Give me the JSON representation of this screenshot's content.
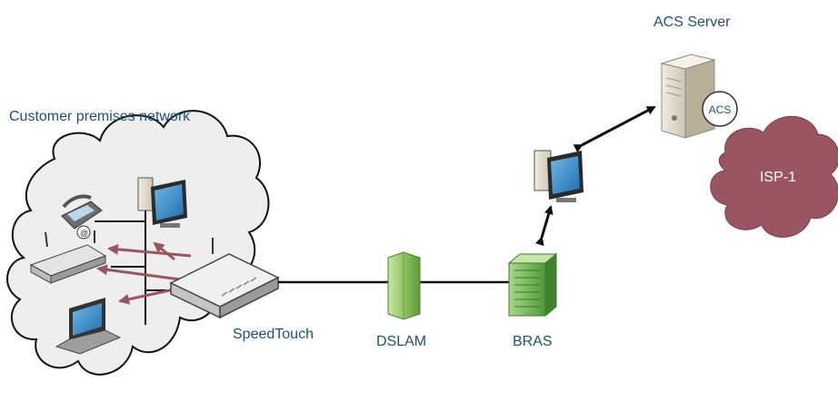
{
  "labels": {
    "customer_network": "Customer premises network",
    "acs_server": "ACS Server",
    "speedtouch": "SpeedTouch",
    "dslam": "DSLAM",
    "bras": "BRAS",
    "isp": "ISP-1",
    "acs_badge": "ACS"
  },
  "colors": {
    "label_text": "#1f4f7a",
    "isp_cloud": "#9a5560",
    "customer_cloud": "#eeeeee",
    "arrows_purple": "#9a5560",
    "dslam_green": "#8fc460",
    "bras_green": "#78b858"
  },
  "icons": [
    "phone-icon",
    "desktop-computer-icon",
    "router-icon",
    "laptop-icon",
    "speedtouch-modem-icon",
    "dslam-icon",
    "bras-icon",
    "desktop-client-icon",
    "acs-server-icon",
    "isp-cloud-icon"
  ]
}
